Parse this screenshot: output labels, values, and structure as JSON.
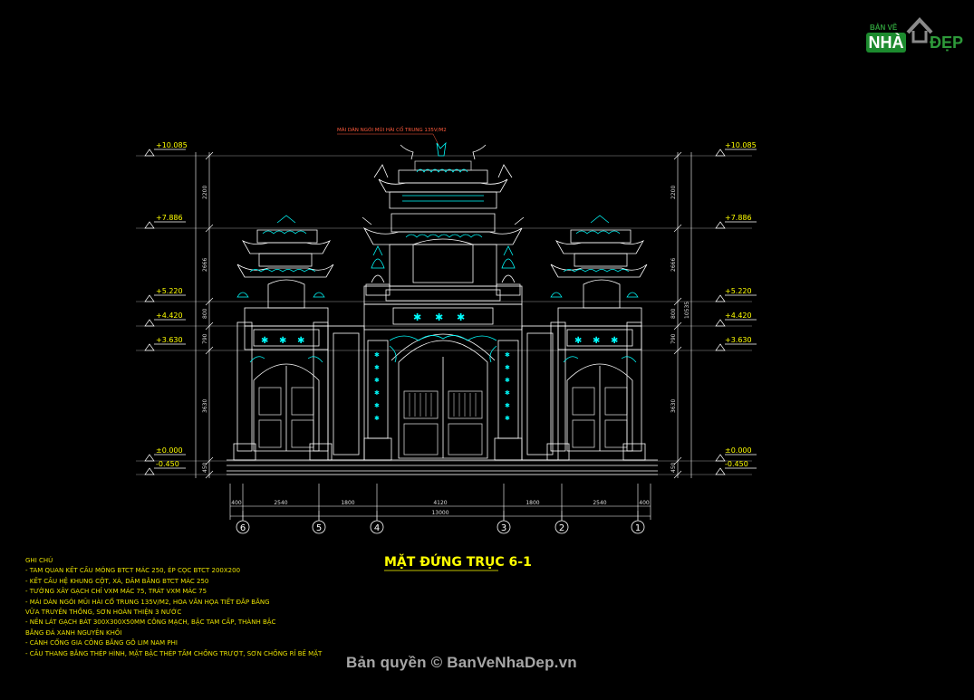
{
  "logo": {
    "small": "BẢN VẼ",
    "main": "NHÀ",
    "tail": "ĐẸP"
  },
  "roof_note": "MÁI DÁN NGÓI MŨI HÀI CỔ TRUNG 135V/M2",
  "levels": [
    "+10.085",
    "+7.886",
    "+5.220",
    "+4.420",
    "+3.630",
    "±0.000",
    "-0.450"
  ],
  "vertical_dims_left": [
    "2200",
    "2666",
    "800",
    "790",
    "3630",
    "450"
  ],
  "vertical_dims_right": [
    "2200",
    "2666",
    "800",
    "790",
    "3630",
    "450"
  ],
  "overall_height": "10535",
  "horizontal_dims": [
    "400",
    "2540",
    "1800",
    "4120",
    "1800",
    "2540",
    "400"
  ],
  "total_width": "13000",
  "axes": [
    "6",
    "5",
    "4",
    "3",
    "2",
    "1"
  ],
  "drawing_title": "MẶT ĐỨNG TRỤC 6-1",
  "notes": {
    "heading": "GHI CHÚ",
    "lines": [
      "- TAM QUAN KẾT CẤU MÓNG BTCT MÁC 250, ÉP CỌC BTCT 200X200",
      "- KẾT CẤU HỆ KHUNG CỘT, XÀ, DẦM BẰNG BTCT MÁC 250",
      "- TƯỜNG XÂY GẠCH CHỈ VXM MÁC 75, TRÁT VXM MÁC 75",
      "- MÁI DÁN NGÓI MŨI HÀI CỔ TRUNG 135V/M2, HOA VĂN HỌA TIẾT ĐẮP BẰNG",
      "VỮA TRUYỀN THỐNG, SƠN HOÀN THIỆN 3 NƯỚC",
      "- NỀN LÁT GẠCH BÁT 300X300X50MM CÔNG MẠCH, BẬC TAM CẤP, THÀNH BẬC",
      "BẰNG ĐÁ XANH NGUYÊN KHỐI",
      "- CÁNH CỔNG GIA CÔNG BẰNG GỖ LIM NAM PHI",
      "- CẦU THANG BẰNG THÉP HÌNH, MẶT BẬC THÉP TẤM CHỐNG TRƯỢT, SƠN CHỐNG RỈ BỀ MẶT"
    ]
  },
  "watermark": "Bản quyền © BanVeNhaDep.vn",
  "colors": {
    "background": "#000000",
    "cyan": "#00ffff",
    "white": "#ffffff",
    "yellow": "#ffff00",
    "red": "#ff3b30",
    "gray": "#a0a0a0",
    "magenta": "#ff40ff"
  }
}
